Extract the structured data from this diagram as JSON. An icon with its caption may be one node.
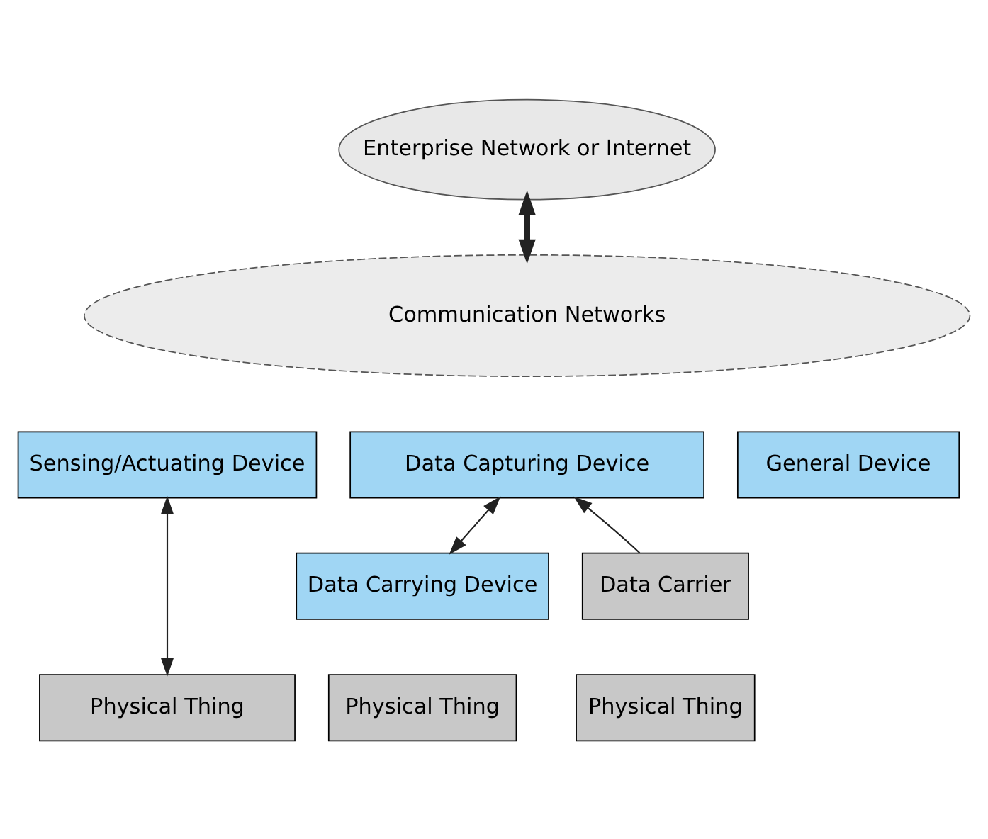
{
  "diagram": {
    "nodes": [
      {
        "text": [
          "Enterprise Network or Internet"
        ]
      },
      {
        "text": [
          "Communication Networks"
        ]
      },
      {
        "text": [
          "Sensing/Actuating Device"
        ]
      },
      {
        "text": [
          "Data Capturing Device"
        ]
      },
      {
        "text": [
          "General Device"
        ]
      },
      {
        "text": [
          "Physical Thing"
        ]
      },
      {
        "text": [
          "Data Carrying Device"
        ]
      },
      {
        "text": [
          "Physical Thing"
        ]
      },
      {
        "text": [
          "Data Carrier"
        ]
      },
      {
        "text": [
          "Physical Thing"
        ]
      }
    ],
    "edges": [
      {
        "from": 0,
        "to": 1,
        "arrow": "both",
        "style": "thick"
      },
      {
        "from": 2,
        "to": 5,
        "arrow": "both"
      },
      {
        "from": 3,
        "to": 6,
        "arrow": "both"
      },
      {
        "from": 8,
        "to": 3,
        "arrow": "to"
      }
    ]
  }
}
